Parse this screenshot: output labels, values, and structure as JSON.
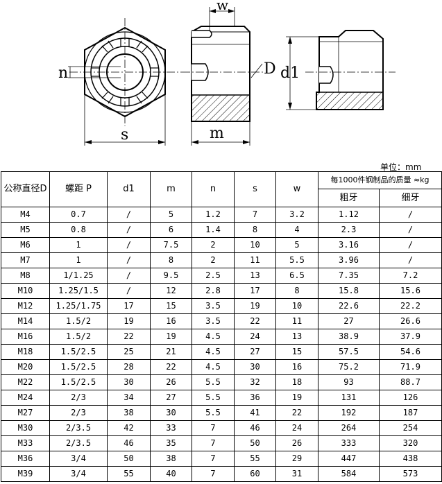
{
  "drawing": {
    "labels": {
      "n": "n",
      "s": "s",
      "w": "w",
      "m": "m",
      "D": "D",
      "d1": "d1"
    }
  },
  "unit_note": "单位：mm",
  "table": {
    "headers": {
      "D": "公称直径D",
      "P": "螺距 P",
      "d1": "d1",
      "m": "m",
      "n": "n",
      "s": "s",
      "w": "w",
      "mass": "每1000件钢制品的质量 ≈kg",
      "coarse": "粗牙",
      "fine": "细牙"
    },
    "rows": [
      [
        "M4",
        "0.7",
        "/",
        "5",
        "1.2",
        "7",
        "3.2",
        "1.12",
        "/"
      ],
      [
        "M5",
        "0.8",
        "/",
        "6",
        "1.4",
        "8",
        "4",
        "2.3",
        "/"
      ],
      [
        "M6",
        "1",
        "/",
        "7.5",
        "2",
        "10",
        "5",
        "3.16",
        "/"
      ],
      [
        "M7",
        "1",
        "/",
        "8",
        "2",
        "11",
        "5.5",
        "3.96",
        "/"
      ],
      [
        "M8",
        "1/1.25",
        "/",
        "9.5",
        "2.5",
        "13",
        "6.5",
        "7.35",
        "7.2"
      ],
      [
        "M10",
        "1.25/1.5",
        "/",
        "12",
        "2.8",
        "17",
        "8",
        "15.8",
        "15.6"
      ],
      [
        "M12",
        "1.25/1.75",
        "17",
        "15",
        "3.5",
        "19",
        "10",
        "22.6",
        "22.2"
      ],
      [
        "M14",
        "1.5/2",
        "19",
        "16",
        "3.5",
        "22",
        "11",
        "27",
        "26.6"
      ],
      [
        "M16",
        "1.5/2",
        "22",
        "19",
        "4.5",
        "24",
        "13",
        "38.9",
        "37.9"
      ],
      [
        "M18",
        "1.5/2.5",
        "25",
        "21",
        "4.5",
        "27",
        "15",
        "57.5",
        "54.6"
      ],
      [
        "M20",
        "1.5/2.5",
        "28",
        "22",
        "4.5",
        "30",
        "16",
        "75.2",
        "71.9"
      ],
      [
        "M22",
        "1.5/2.5",
        "30",
        "26",
        "5.5",
        "32",
        "18",
        "93",
        "88.7"
      ],
      [
        "M24",
        "2/3",
        "34",
        "27",
        "5.5",
        "36",
        "19",
        "131",
        "126"
      ],
      [
        "M27",
        "2/3",
        "38",
        "30",
        "5.5",
        "41",
        "22",
        "192",
        "187"
      ],
      [
        "M30",
        "2/3.5",
        "42",
        "33",
        "7",
        "46",
        "24",
        "264",
        "254"
      ],
      [
        "M33",
        "2/3.5",
        "46",
        "35",
        "7",
        "50",
        "26",
        "333",
        "320"
      ],
      [
        "M36",
        "3/4",
        "50",
        "38",
        "7",
        "55",
        "29",
        "447",
        "438"
      ],
      [
        "M39",
        "3/4",
        "55",
        "40",
        "7",
        "60",
        "31",
        "584",
        "573"
      ]
    ]
  }
}
